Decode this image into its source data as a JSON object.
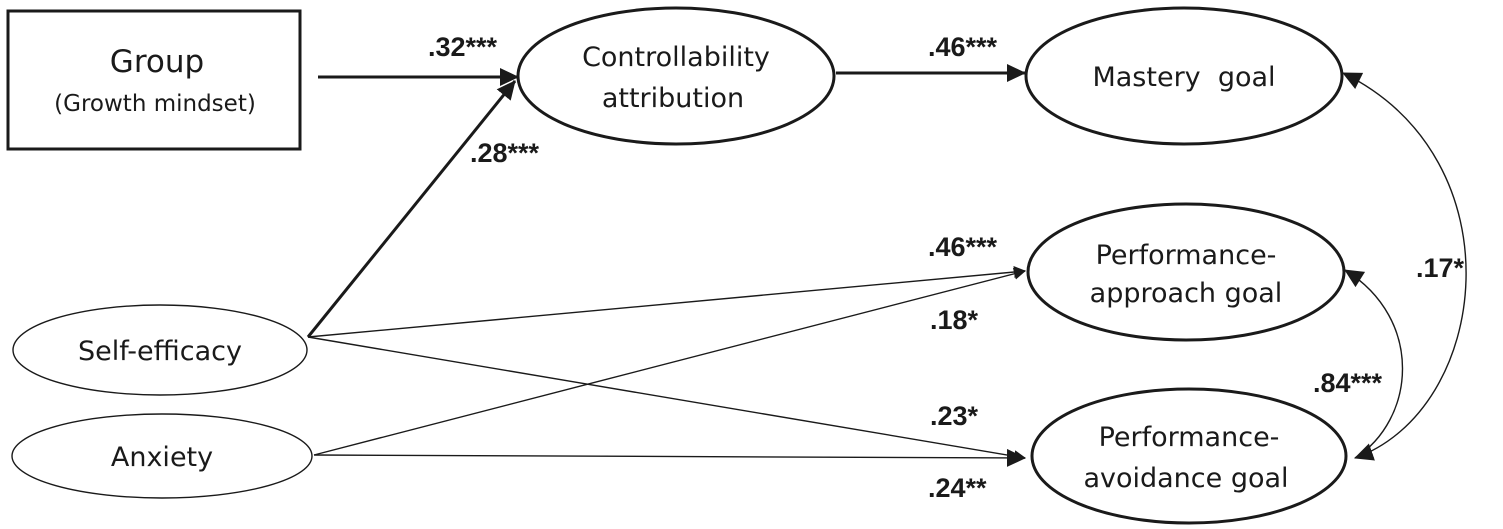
{
  "nodes": {
    "group": {
      "line1": "Group",
      "line2": "(Growth mindset)"
    },
    "controllability": {
      "line1": "Controllability",
      "line2": "attribution"
    },
    "mastery": {
      "line1": "Mastery  goal"
    },
    "perf_approach": {
      "line1": "Performance-",
      "line2": "approach goal"
    },
    "perf_avoidance": {
      "line1": "Performance-",
      "line2": "avoidance goal"
    },
    "self_efficacy": {
      "line1": "Self-efficacy"
    },
    "anxiety": {
      "line1": "Anxiety"
    }
  },
  "paths": {
    "group_to_controllability": ".32***",
    "selfefficacy_to_controllability": ".28***",
    "controllability_to_mastery": ".46***",
    "selfefficacy_to_perf_approach": ".46***",
    "anxiety_to_perf_approach": ".18*",
    "selfefficacy_to_perf_avoidance": ".23*",
    "anxiety_to_perf_avoidance": ".24**",
    "mastery_with_perf_avoidance": ".17*",
    "perf_approach_with_perf_avoidance": ".84***"
  },
  "colors": {
    "stroke": "#1a1a1a",
    "background": "#ffffff"
  }
}
